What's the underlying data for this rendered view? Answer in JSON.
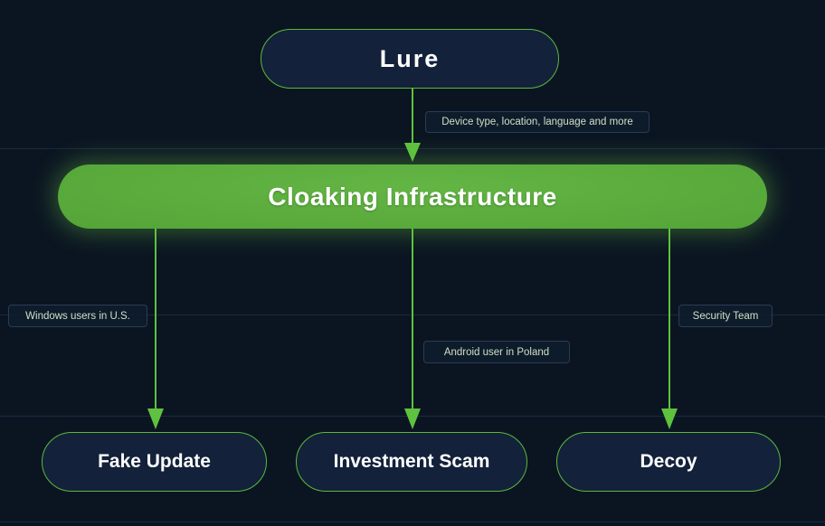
{
  "diagram": {
    "nodes": {
      "lure": {
        "label": "Lure"
      },
      "cloaking": {
        "label": "Cloaking Infrastructure"
      },
      "fake_update": {
        "label": "Fake Update"
      },
      "investment_scam": {
        "label": "Investment Scam"
      },
      "decoy": {
        "label": "Decoy"
      }
    },
    "edge_labels": {
      "lure_to_cloaking": {
        "text": "Device type, location, language and more"
      },
      "cloaking_to_fake_update": {
        "text": "Windows users in U.S."
      },
      "cloaking_to_investment_scam": {
        "text": "Android user in Poland"
      },
      "cloaking_to_decoy": {
        "text": "Security Team"
      }
    },
    "colors": {
      "background": "#0b1522",
      "dark_node_fill": "#13213a",
      "green_border": "#5bb93a",
      "arrow_green": "#5ec23e",
      "cloaking_fill_center": "#63b544",
      "cloaking_fill_edge": "#4b9630",
      "divider_line": "#1a2941",
      "label_text": "#cde0c5",
      "node_text": "#ffffff"
    }
  }
}
